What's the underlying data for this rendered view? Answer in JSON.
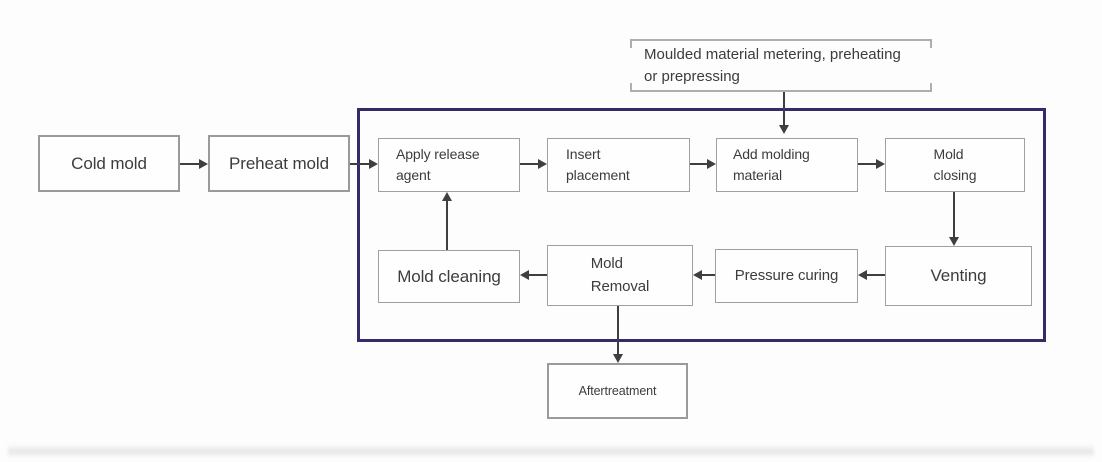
{
  "diagram": {
    "note": {
      "label": "Moulded material metering, preheating\nor prepressing"
    },
    "nodes": {
      "cold_mold": {
        "label": "Cold mold"
      },
      "preheat_mold": {
        "label": "Preheat mold"
      },
      "apply_release_agent": {
        "label": "Apply release\nagent"
      },
      "insert_placement": {
        "label": "Insert\nplacement"
      },
      "add_molding_material": {
        "label": "Add molding\nmaterial"
      },
      "mold_closing": {
        "label": "Mold\nclosing"
      },
      "venting": {
        "label": "Venting"
      },
      "pressure_curing": {
        "label": "Pressure curing"
      },
      "mold_removal": {
        "label": "Mold\nRemoval"
      },
      "mold_cleaning": {
        "label": "Mold cleaning"
      },
      "aftertreatment": {
        "label": "Aftertreatment"
      }
    },
    "icons": {
      "arrowhead": "solid-triangle"
    },
    "colors": {
      "process_border": "#322c68",
      "node_border": "#a0a0a0",
      "arrow": "#3f3f3f",
      "text": "#3c3c3c",
      "bg": "#fdfdfd"
    }
  }
}
